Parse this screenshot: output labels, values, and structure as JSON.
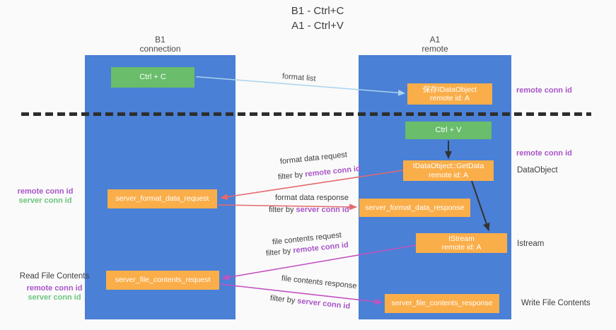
{
  "title": {
    "lines": [
      "B1 - Ctrl+C",
      "A1 - Ctrl+V"
    ]
  },
  "lifelines": {
    "left": {
      "name": "B1",
      "role": "connection"
    },
    "right": {
      "name": "A1",
      "role": "remote"
    }
  },
  "nodes": {
    "ctrl_c": "Ctrl + C",
    "ctrl_v": "Ctrl + V",
    "save_dataobject": {
      "line1": "保存IDataObject",
      "line2": "remote id: A"
    },
    "getdata": {
      "line1": "IDataObject::GetData",
      "line2": "remote id: A"
    },
    "istream": {
      "line1": "IStream",
      "line2": "remote id: A"
    },
    "server_format_data_request": "server_format_data_request",
    "server_format_data_response": "server_format_data_response",
    "server_file_contents_request": "server_file_contents_request",
    "server_file_contents_response": "server_file_contents_response"
  },
  "side_labels": {
    "right_remote_conn_id_top": "remote conn id",
    "right_remote_conn_id_mid": "remote conn id",
    "right_dataobject": "DataObject",
    "right_istream": "Istream",
    "right_write_file_contents": "Write File Contents",
    "left_remote_conn_id_top": "remote conn id",
    "left_server_conn_id_top": "server conn id",
    "left_read_file_contents": "Read File Contents",
    "left_remote_conn_id_bottom": "remote conn id",
    "left_server_conn_id_bottom": "server conn id"
  },
  "arrow_labels": {
    "format_list": "format list",
    "format_data_request": "format data request",
    "format_data_response": "format data response",
    "file_contents_request": "file contents request",
    "file_contents_response": "file contents response",
    "filter_by": "filter by ",
    "remote_conn_id": "remote conn id",
    "server_conn_id": "server conn id"
  },
  "colors": {
    "panel_blue": "#4a80d5",
    "box_green": "#69bd6b",
    "box_orange": "#faae4a",
    "label_purple": "#a855c8",
    "label_green": "#6cc57d",
    "arrow_red": "#e5696d",
    "arrow_magenta": "#c153c1",
    "arrow_light_blue": "#a8d3ef",
    "arrow_black": "#333333",
    "separator_black": "#2d2d2d"
  }
}
